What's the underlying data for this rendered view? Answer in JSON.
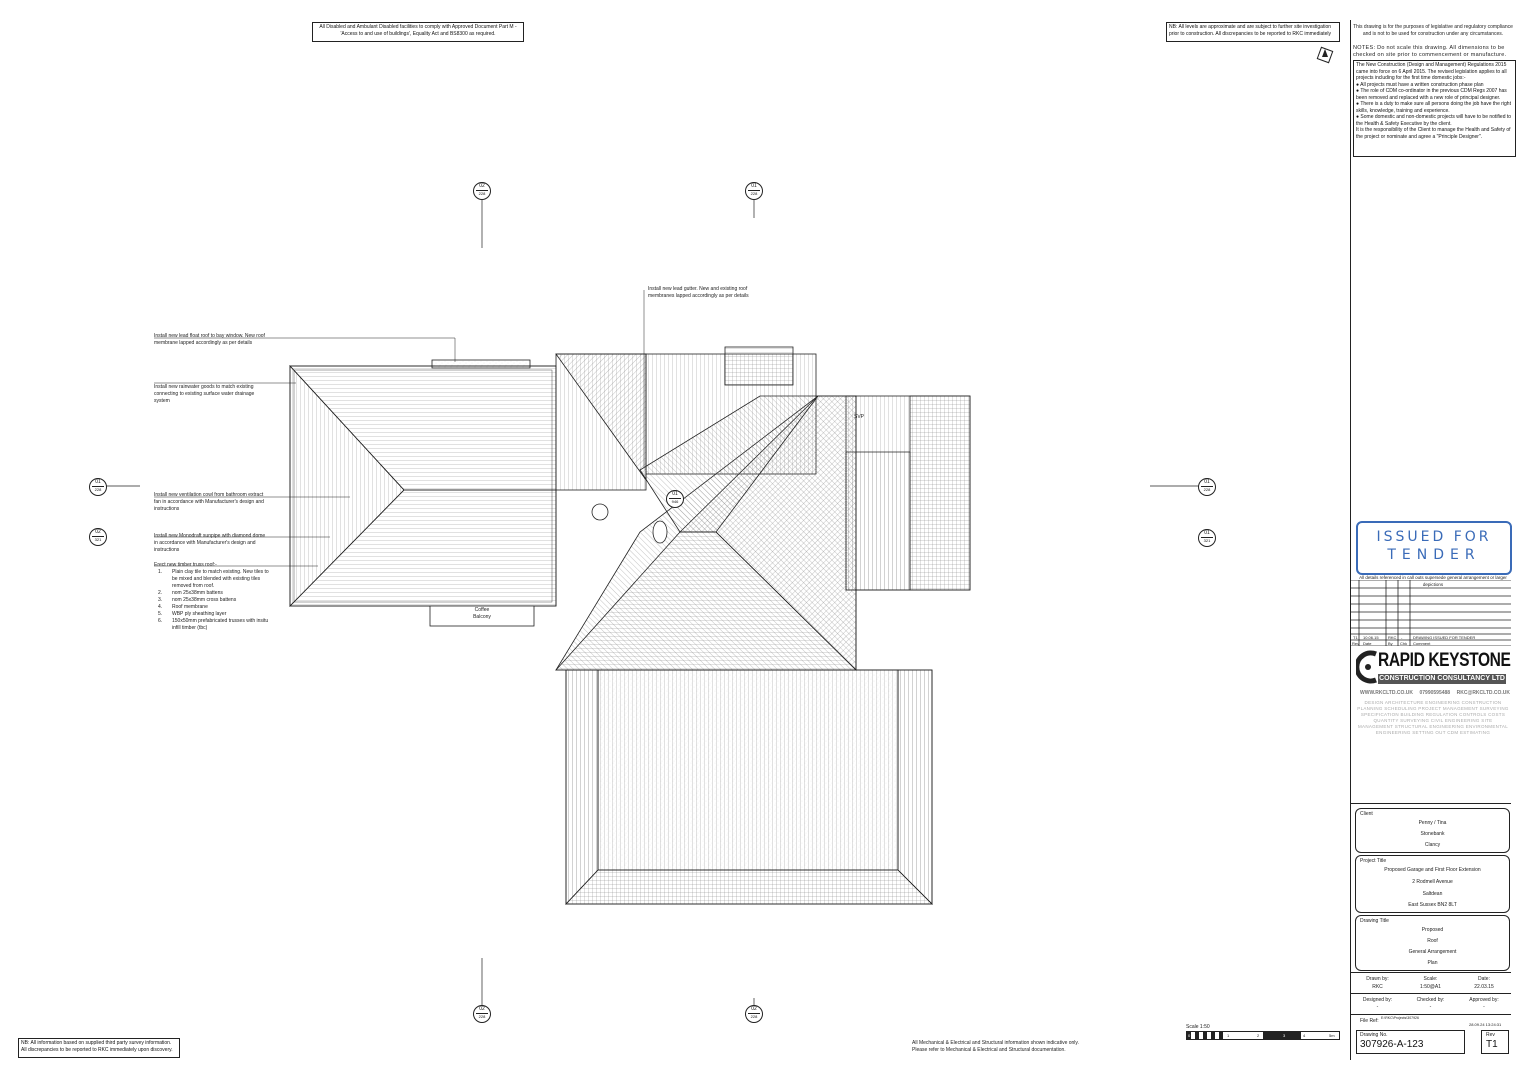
{
  "header_notes": {
    "left": "All Disabled and Ambulant Disabled facilities to comply with Approved Document Part M - 'Access to and use of buildings', Equality Act and BS8300 as required.",
    "right": "NB: All levels are approximate and are subject to further site investigation prior to construction. All discrepancies to be reported to RKC immediately"
  },
  "legal_note": "This drawing is for the purposes of legislative and regulatory compliance and is not to be used for construction under any circumstances.",
  "notes_box": {
    "heading": "NOTES: Do not scale this drawing. All dimensions to be checked on site prior to commencement or manufacture.",
    "cdm_intro": "The New Construction (Design and Management) Regulations 2015 came into force on 6 April 2015. The revised legislation applies to all projects including for the first time domestic jobs:-",
    "bullets": [
      "All projects must have a written construction phase plan",
      "The role of CDM co-ordinator in the previous CDM Regs 2007 has been removed and replaced with a new role of principal designer.",
      "There is a duty to make sure all persons doing the job have the right skills, knowledge, training and experience.",
      "Some domestic and non-domestic projects will have to be notified to the Health & Safety Executive by the client."
    ],
    "closing": "It is the responsibility of the Client to manage the Health and Safety of the project or nominate and agree a \"Principle Designer\"."
  },
  "stamp": {
    "line1": "ISSUED FOR",
    "line2": "TENDER"
  },
  "revision_note": "All details referenced in call outs supersede general arrangement or larger depictions",
  "revisions": {
    "row": {
      "rev": "T1",
      "date": "10.06.15",
      "by": "RKC",
      "chk": "-",
      "comment": "DRAWING ISSUED FOR TENDER"
    },
    "headers": {
      "rev": "Rev",
      "date": "Date",
      "by": "By",
      "chk": "Chk",
      "comment": "Comment"
    }
  },
  "company": {
    "name": "RAPID KEYSTONE",
    "sub": "CONSTRUCTION CONSULTANCY LTD",
    "web": "WWW.RKCLTD.CO.UK",
    "phone": "07990595488",
    "email": "RKC@RKCLTD.CO.UK",
    "services": "DESIGN ARCHITECTURE ENGINEERING CONSTRUCTION PLANNING SCHEDULING PROJECT MANAGEMENT SURVEYING SPECIFICATION BUILDING REGULATION CONTROLS COSTS QUANTITY SURVEYING CIVIL ENGINEERING SITE MANAGEMENT STRUCTURAL ENGINEERING ENVIRONMENTAL ENGINEERING SETTING OUT CDM ESTIMATING"
  },
  "client": {
    "label": "Client",
    "lines": [
      "Penny / Tina",
      "Stonebank",
      "Clancy"
    ]
  },
  "project": {
    "label": "Project Title",
    "lines": [
      "Proposed Garage and First Floor Extension",
      "2 Rodmell Avenue",
      "Saltdean",
      "East Sussex BN2 8LT"
    ]
  },
  "drawing": {
    "label": "Drawing Title",
    "lines": [
      "Proposed",
      "Roof",
      "General Arrangement",
      "Plan"
    ]
  },
  "meta": {
    "drawn_by_label": "Drawn by:",
    "drawn_by": "RKC",
    "scale_label": "Scale:",
    "scale": "1:50@A1",
    "date_label": "Date:",
    "date": "22.03.15",
    "designed_label": "Designed by:",
    "designed": "-",
    "checked_label": "Checked by:",
    "checked": "-",
    "approved_label": "Approved by:",
    "approved": "-",
    "file_ref_label": "File Ref:",
    "file_ref": "E:\\RKC\\Projects\\307926",
    "file_stamp": "28.09.24 13:24:31",
    "drawing_no_label": "Drawing No.",
    "drawing_no": "307926-A-123",
    "rev_label": "Rev",
    "rev": "T1"
  },
  "annotations": {
    "gutter": "Install new lead gutter. New and existing roof membranes lapped accordingly as per details",
    "flat_roof": "Install new lead float roof to bay window. New roof membrane lapped accordingly as per details",
    "rainwater": "Install new rainwater goods to match existing connecting to existing surface water drainage system",
    "vent_cowl": "Install new ventilation cowl from bathroom extract fan in accordance with Manufacturer's design and instructions",
    "sunpipe": "Install new Monodraft sunpipe with diamond dome in accordance with Manufacturer's design and instructions",
    "truss_heading": "Erect new timber truss roof:-",
    "truss_items": [
      {
        "n": "1.",
        "t": "Plain clay tile to match existing. New tiles to be mixed and blended with existing tiles removed from roof."
      },
      {
        "n": "2.",
        "t": "nom 25x38mm battens"
      },
      {
        "n": "3.",
        "t": "nom 25x38mm cross battens"
      },
      {
        "n": "4.",
        "t": "Roof membrane"
      },
      {
        "n": "5.",
        "t": "WBP ply sheathing layer"
      },
      {
        "n": "6.",
        "t": "150x50mm prefabricated trusses with insitu infill timber (tbc)"
      }
    ],
    "svp": "SVP",
    "balcony1": "Coffee",
    "balcony2": "Balcony"
  },
  "section_marks": [
    {
      "top": "02",
      "bottom": "228"
    },
    {
      "top": "01",
      "bottom": "228"
    },
    {
      "top": "01",
      "bottom": "228"
    },
    {
      "top": "02",
      "bottom": "321"
    },
    {
      "top": "01",
      "bottom": "946"
    },
    {
      "top": "01",
      "bottom": "228"
    },
    {
      "top": "01",
      "bottom": "321"
    },
    {
      "top": "02",
      "bottom": "228"
    },
    {
      "top": "02",
      "bottom": "228"
    }
  ],
  "footer": {
    "left": "NB: All information based on supplied third party survey information. All discrepancies to be reported to RKC immediately upon discovery.",
    "middle": "All Mechanical & Electrical and Structural information shown indicative only. Please refer to Mechanical & Electrical and Structural documentation.",
    "scale_label": "Scale 1:50",
    "scale_ticks": [
      "0",
      "1",
      "2",
      "3",
      "4",
      "5m"
    ]
  }
}
